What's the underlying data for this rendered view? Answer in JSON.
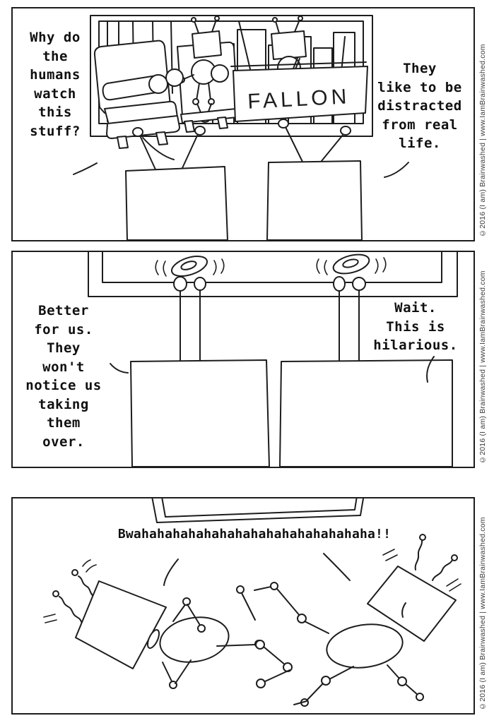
{
  "colors": {
    "ink": "#1d1d1d",
    "paper": "#ffffff",
    "copyright_ink": "#3c3c3c"
  },
  "copyright": "©2016 (I am) Brainwashed | www.IamBrainwashed.com",
  "panel1": {
    "left_speech": [
      "Why do",
      "the",
      "humans",
      "watch",
      "this",
      "stuff?"
    ],
    "right_speech": [
      "They",
      "like to be",
      "distracted",
      "from real",
      "life."
    ],
    "tv_sign": "FALLON"
  },
  "panel2": {
    "left_speech": [
      "Better",
      "for us.",
      "They",
      "won't",
      "notice us",
      "taking",
      "them",
      "over."
    ],
    "right_speech": [
      "Wait.",
      "This is",
      "hilarious."
    ]
  },
  "panel3": {
    "laugh": "Bwahahahahahahahahahahahahahahaha!!"
  }
}
